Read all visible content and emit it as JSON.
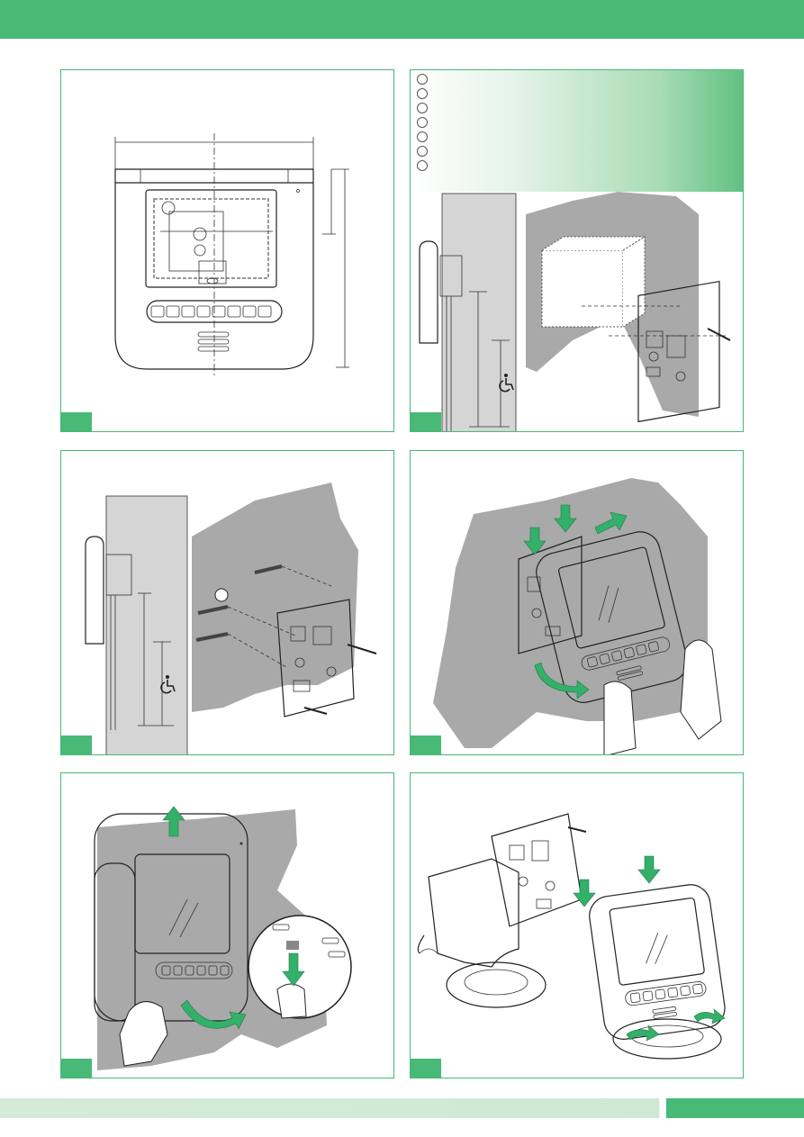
{
  "colors": {
    "brand_green": "#48b976",
    "wall_grey": "#a9a9a9",
    "arrow_green": "#33b06a",
    "footer_light": "#d4ebd9"
  },
  "legend": {
    "rows": [
      "",
      "",
      "",
      "",
      "",
      "",
      ""
    ]
  },
  "figures": [
    {
      "id": "front-dimensions-drawing",
      "tab_label": ""
    },
    {
      "id": "flush-box-mounting",
      "tab_label": ""
    },
    {
      "id": "wall-plug-mounting",
      "tab_label": ""
    },
    {
      "id": "monitor-hooking",
      "tab_label": ""
    },
    {
      "id": "monitor-removal",
      "tab_label": ""
    },
    {
      "id": "desk-stand-mounting",
      "tab_label": ""
    }
  ],
  "icons": [
    "wheelchair-icon",
    "arrow-icon",
    "screw-icon",
    "hand-icon"
  ]
}
